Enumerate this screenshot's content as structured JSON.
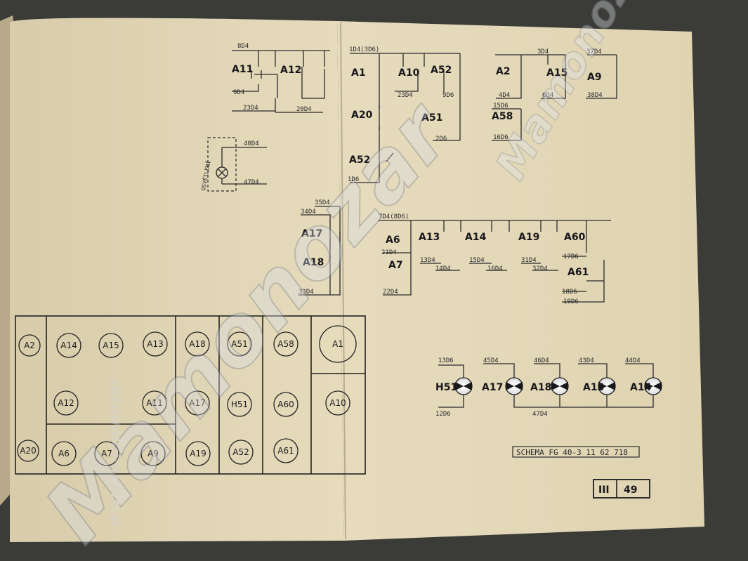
{
  "schematic": {
    "title_block": "SCHEMA FG 40-3 11 62 718",
    "page_block": {
      "left": "III",
      "right": "49"
    }
  },
  "wire_labels": [
    "8D4",
    "9D4",
    "23D4",
    "20D4",
    "1D4(3D6)",
    "23D4",
    "9D6",
    "2D6",
    "1D6",
    "3D4",
    "4D4",
    "6D4",
    "37D4",
    "38D4",
    "15D6",
    "16D6",
    "40D4",
    "47D4",
    "OSVĚTLENÍ",
    "35D4",
    "34D4",
    "33D4",
    "7D4(8D6)",
    "21D4",
    "13D4",
    "14D4",
    "15D4",
    "16D4",
    "31D4",
    "32D4",
    "17D6",
    "18D6",
    "19D6",
    "22D4",
    "13D6",
    "12D6",
    "45D4",
    "46D4",
    "43D4",
    "44D4",
    "47D4"
  ],
  "relays": [
    "A11",
    "A12",
    "A1",
    "A10",
    "A52",
    "A20",
    "A51",
    "A2",
    "A15",
    "A9",
    "A58",
    "A17",
    "A18",
    "A6",
    "A13",
    "A14",
    "A19",
    "A60",
    "A7",
    "A61"
  ],
  "lamps": [
    "H51",
    "A17",
    "A18",
    "A13",
    "A14"
  ],
  "panel": {
    "cells": [
      "A2",
      "A14",
      "A15",
      "A13",
      "A18",
      "A51",
      "A58",
      "A1",
      "A12",
      "A11",
      "A17",
      "H51",
      "A60",
      "A10",
      "A20",
      "A6",
      "A7",
      "A9",
      "A19",
      "A52",
      "A61"
    ]
  },
  "watermarks": {
    "main": "Mamonozar",
    "side": "www.mamonozar",
    "right": "Mamonozar"
  }
}
